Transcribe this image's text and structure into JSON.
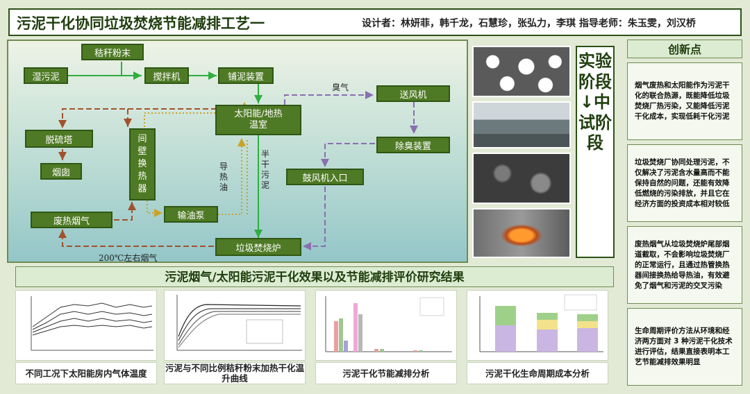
{
  "header": {
    "title": "污泥干化协同垃圾焚烧节能减排工艺一",
    "designers": "设计者：林妍菲，韩千龙，石慧珍，张弘力，李琪   指导老师：朱玉雯，刘汉桥"
  },
  "flow": {
    "boxes": {
      "straw": "秸秆粉末",
      "wet_sludge": "湿污泥",
      "mixer": "搅拌机",
      "spreader": "铺泥装置",
      "greenhouse_line1": "太阳能/地热",
      "greenhouse_line2": "温室",
      "blower": "送风机",
      "desulf": "脱硫塔",
      "chimney": "烟囱",
      "heat_exchanger": "间壁换热器",
      "deodorizer": "除臭装置",
      "fan_inlet": "鼓风机入口",
      "waste_gas": "废热烟气",
      "oil_pump": "输油泵",
      "incinerator": "垃圾焚烧炉"
    },
    "labels": {
      "odor": "臭气",
      "semi_dry": "半干污泥",
      "heat_oil": "导热油",
      "flue_200": "200℃左右烟气"
    }
  },
  "stage": {
    "text": "实验阶段↓中试阶段"
  },
  "innovation": {
    "title": "创新点",
    "points": [
      "烟气废热和太阳能作为污泥干化的联合热源，既能降低垃圾焚烧厂热污染，又能降低污泥干化成本，实现低耗干化污泥",
      "垃圾焚烧厂协同处理污泥，不仅解决了污泥含水量高而不能保持自然的问题，还能有效降低燃烧的污染排放，并且它在经济方面的投资成本相对较低",
      "废热烟气从垃圾焚烧炉尾部烟道截取，不会影响垃圾焚烧厂的正常运行，且通过热管换热器间接换热给导热油，有效避免了烟气和污泥的交叉污染",
      "生命周期评价方法从环境和经济两方面对 3 种污泥干化技术进行评估，结果直接表明本工艺节能减排效果明显"
    ]
  },
  "results": {
    "title": "污泥烟气/太阳能污泥干化效果以及节能减排评价研究结果",
    "captions": [
      "不同工况下太阳能房内气体温度",
      "污泥与不同比例秸秆粉末加热干化温升曲线",
      "污泥干化节能减排分析",
      "污泥干化生命周期成本分析"
    ]
  },
  "colors": {
    "box_green": "#4f7a25",
    "arrow_green": "#2fae3f",
    "arrow_brown": "#a0522d",
    "arrow_gold": "#c9a227",
    "arrow_purple": "#8a6fb0",
    "arrow_red": "#b0302a"
  }
}
